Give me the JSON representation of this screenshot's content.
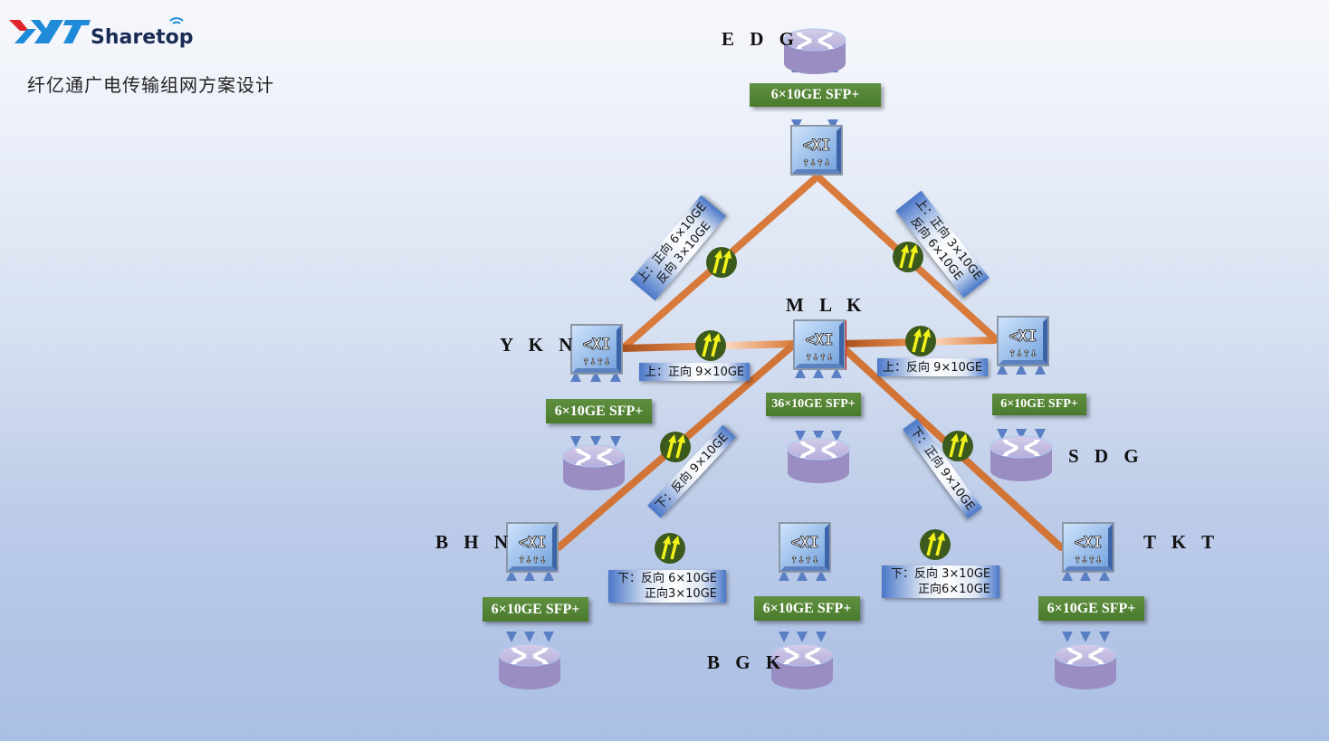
{
  "header": {
    "logo_mark": "XYT",
    "logo_text": "Sharetop",
    "title": "纤亿通广电传输组网方案设计"
  },
  "colors": {
    "fiber": "#c8692a",
    "sfp_box": "#4f7f32",
    "router": "#a99ccc",
    "switch": "#8fb8ec",
    "highlight_border": "#d8141e",
    "traffic_badge": "#3b5a1c",
    "traffic_arrow": "#f3f21b"
  },
  "nodes": [
    {
      "id": "EDG",
      "label": "E D G",
      "sfp": "6×10GE SFP+",
      "ports": 2
    },
    {
      "id": "YKN",
      "label": "Y K N",
      "sfp": "6×10GE SFP+",
      "ports": 3
    },
    {
      "id": "MLK",
      "label": "M L K",
      "sfp": "36×10GE SFP+",
      "ports": 3,
      "highlighted": true
    },
    {
      "id": "SDG",
      "label": "S D G",
      "sfp": "6×10GE SFP+",
      "ports": 3
    },
    {
      "id": "BHN",
      "label": "B H N",
      "sfp": "6×10GE SFP+",
      "ports": 3
    },
    {
      "id": "BGK",
      "label": "B G K",
      "sfp": "6×10GE SFP+",
      "ports": 3
    },
    {
      "id": "TKT",
      "label": "T K T",
      "sfp": "6×10GE SFP+",
      "ports": 3
    }
  ],
  "links": [
    {
      "from": "EDG",
      "to": "YKN",
      "label_lines": [
        "上：正向 6×10GE",
        "反向 3×10GE"
      ]
    },
    {
      "from": "EDG",
      "to": "SDG",
      "label_lines": [
        "上：正向 3×10GE",
        "反向 6×10GE"
      ]
    },
    {
      "from": "YKN",
      "to": "MLK",
      "label_lines": [
        "上：正向 9×10GE"
      ]
    },
    {
      "from": "MLK",
      "to": "SDG",
      "label_lines": [
        "上：反向 9×10GE"
      ]
    },
    {
      "from": "MLK",
      "to": "BHN",
      "label_lines": [
        "下：反向 9×10GE"
      ]
    },
    {
      "from": "MLK",
      "to": "TKT",
      "label_lines": [
        "下：正向 9×10GE"
      ]
    },
    {
      "from": "BHN",
      "to": "BGK",
      "label_lines": [
        "下：反向 6×10GE",
        "正向3×10GE"
      ]
    },
    {
      "from": "BGK",
      "to": "TKT",
      "label_lines": [
        "下：反向 3×10GE",
        "正向6×10GE"
      ]
    }
  ]
}
